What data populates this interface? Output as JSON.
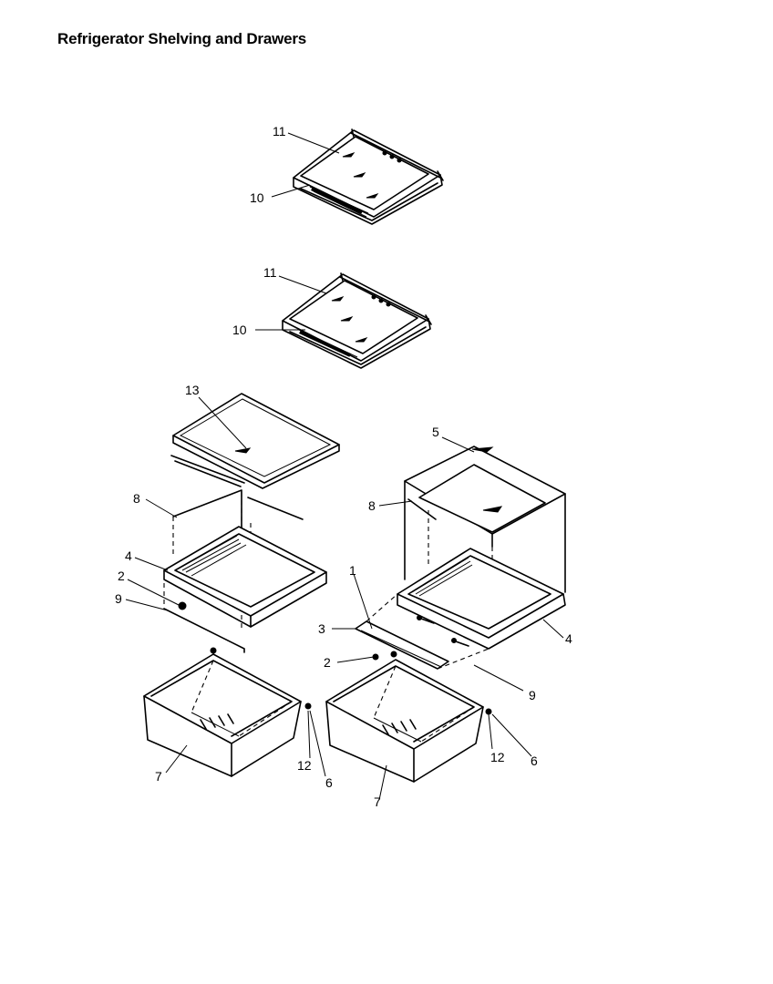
{
  "title": "Refrigerator Shelving and Drawers",
  "callouts": {
    "shelf1_glass": "11",
    "shelf1_frame": "10",
    "shelf2_glass": "11",
    "shelf2_frame": "10",
    "left_cover": "13",
    "left_seal": "8",
    "left_frame": "4",
    "left_support": "2",
    "left_rail": "9",
    "left_drawer": "7",
    "left_slide": "12",
    "left_screw": "6",
    "right_cover": "5",
    "right_seal": "8",
    "right_rail_front": "1",
    "right_bracket": "3",
    "right_frame": "4",
    "right_support": "2",
    "right_rail": "9",
    "right_drawer": "7",
    "right_slide": "12",
    "right_screw": "6"
  }
}
